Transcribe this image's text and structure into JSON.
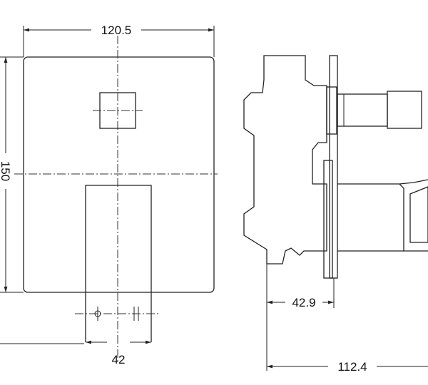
{
  "dimensions": {
    "front_width": "120.5",
    "front_height": "150",
    "lever_width": "42",
    "body_depth": "42.9",
    "total_depth": "112.4"
  }
}
